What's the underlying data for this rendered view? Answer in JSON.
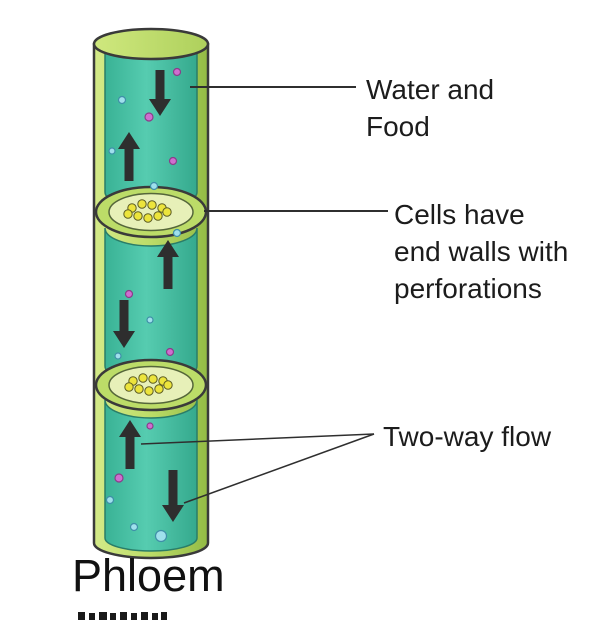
{
  "title": "Phloem",
  "labels": {
    "water_food": "Water and\nFood",
    "end_walls": "Cells have\nend walls with\nperforations",
    "two_way": "Two-way flow"
  },
  "colors": {
    "wall_green_light": "#d4ea88",
    "wall_green": "#bcdc68",
    "wall_green_dark": "#93bb45",
    "sap_teal": "#4cc7a9",
    "plate_fill": "#e7f0b8",
    "perforation_yellow": "#ece43c",
    "arrow_dark": "#2e2e2e",
    "particle_magenta": "#cf6ecf",
    "particle_cyan": "#9fe0ec",
    "leader_line": "#2f2f2f"
  }
}
